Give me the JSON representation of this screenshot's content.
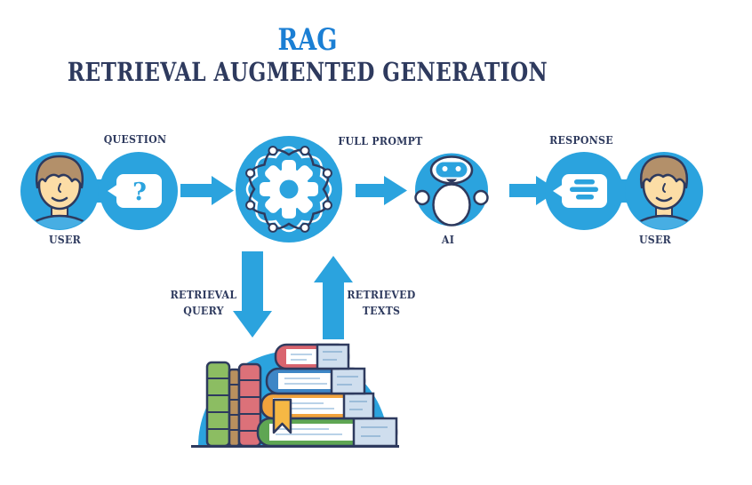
{
  "header": {
    "title": "RAG",
    "subtitle": "RETRIEVAL AUGMENTED GENERATION"
  },
  "flow": {
    "question_label": "QUESTION",
    "user_left_label": "USER",
    "question_mark": "?",
    "full_prompt_label": "FULL PROMPT",
    "ai_label": "AI",
    "response_label": "RESPONSE",
    "user_right_label": "USER",
    "retrieval_query": {
      "line1": "RETRIEVAL",
      "line2": "QUERY"
    },
    "retrieved_texts": {
      "line1": "RETRIEVED",
      "line2": "TEXTS"
    }
  },
  "icons": {
    "user_left": "user-avatar-icon",
    "question_bubble": "question-speech-bubble-icon",
    "rag_engine": "gear-network-icon",
    "ai_robot": "robot-icon",
    "response_bubble": "response-speech-bubble-icon",
    "knowledge_base": "books-stack-icon",
    "flow_arrows": "arrow-icon"
  },
  "colors": {
    "accent_blue": "#2BA3DE",
    "title_blue": "#1B7FD4",
    "navy_outline": "#2E3A5E",
    "skin": "#FCDDA6",
    "hair_brown": "#B3906A",
    "book_green": "#8CBD62",
    "book_tan": "#B9905E",
    "book_red": "#DC7179",
    "book_stack_red": "#D9646E",
    "book_stack_blue": "#3E86C6",
    "book_stack_orange": "#F2A33C",
    "book_stack_green": "#5FA653",
    "bookmark_yellow": "#F6B844",
    "pages_cap": "#CFDEEE"
  }
}
